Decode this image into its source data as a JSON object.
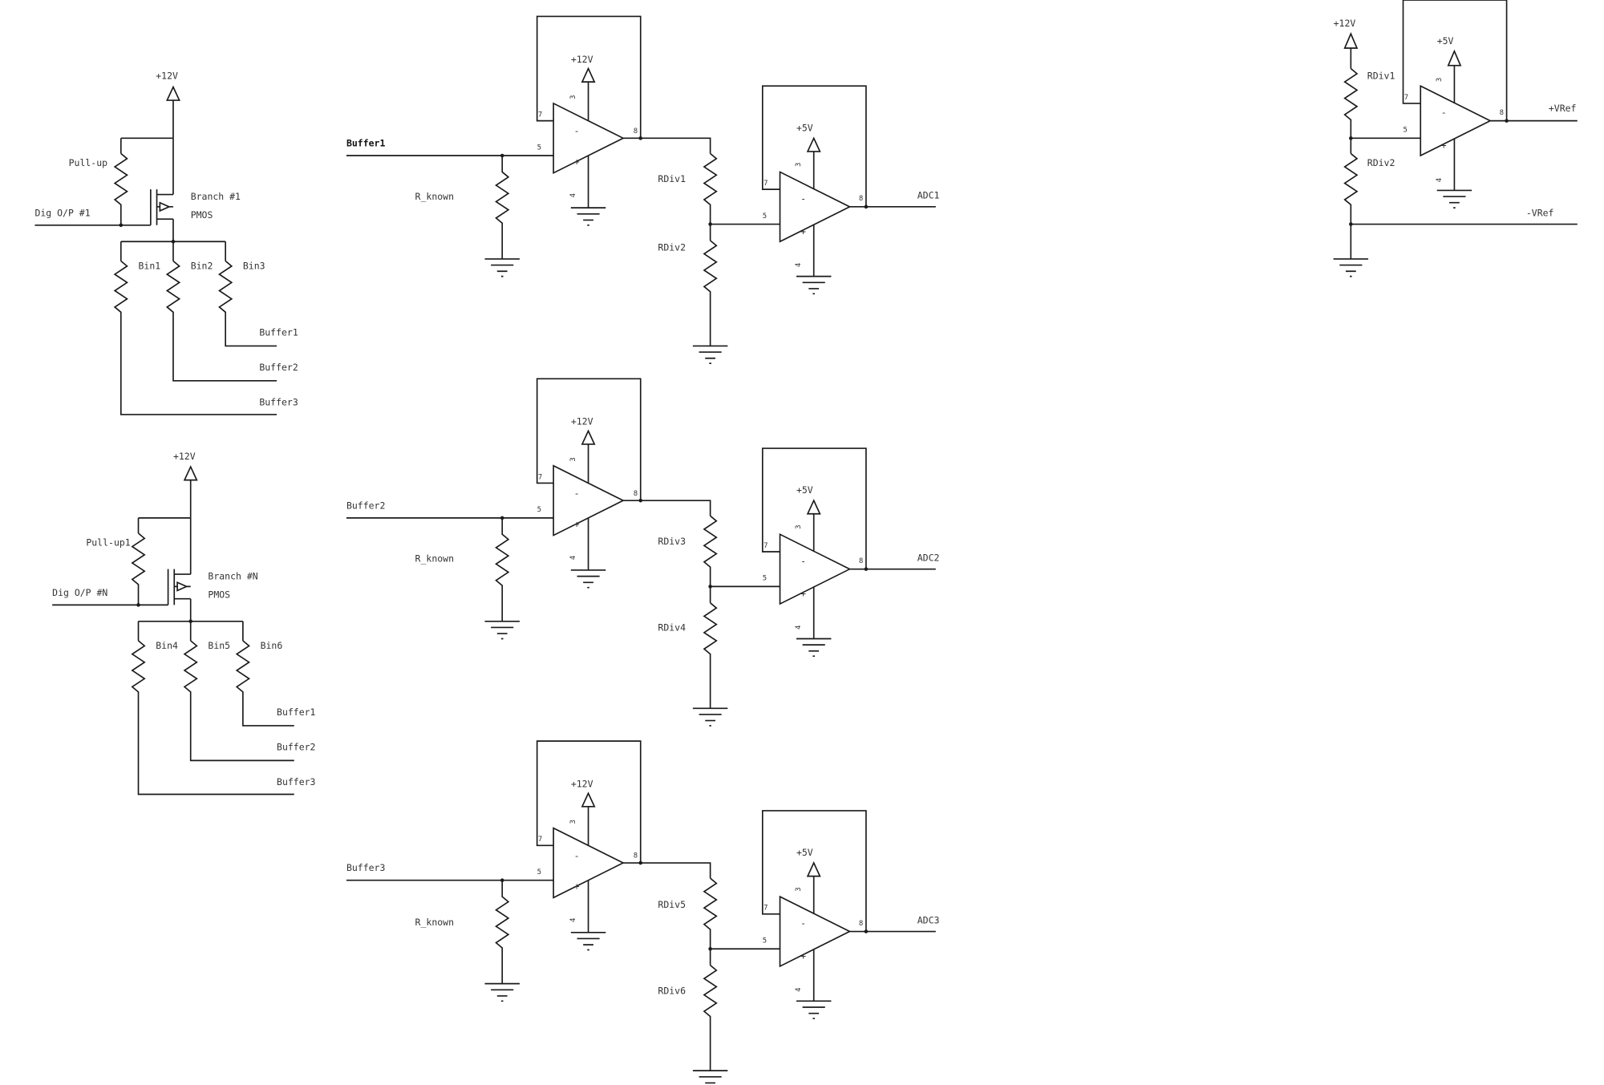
{
  "colors": {
    "wire": "#1a1a1a",
    "text": "#333333",
    "background": "#ffffff"
  },
  "branch1": {
    "supply": "+12V",
    "pullup": "Pull-up",
    "fet_name": "Branch #1",
    "fet_type": "PMOS",
    "input": "Dig O/P #1",
    "bins": [
      "Bin1",
      "Bin2",
      "Bin3"
    ],
    "outputs": [
      "Buffer1",
      "Buffer2",
      "Buffer3"
    ]
  },
  "branchN": {
    "supply": "+12V",
    "pullup": "Pull-up1",
    "fet_name": "Branch #N",
    "fet_type": "PMOS",
    "input": "Dig O/P #N",
    "bins": [
      "Bin4",
      "Bin5",
      "Bin6"
    ],
    "outputs": [
      "Buffer1",
      "Buffer2",
      "Buffer3"
    ]
  },
  "channels": [
    {
      "input": "Buffer1",
      "rknown": "R_known",
      "buf_supply": "+12V",
      "rdiv_top": "RDiv1",
      "rdiv_bot": "RDiv2",
      "adc_supply": "+5V",
      "output": "ADC1"
    },
    {
      "input": "Buffer2",
      "rknown": "R_known",
      "buf_supply": "+12V",
      "rdiv_top": "RDiv3",
      "rdiv_bot": "RDiv4",
      "adc_supply": "+5V",
      "output": "ADC2"
    },
    {
      "input": "Buffer3",
      "rknown": "R_known",
      "buf_supply": "+12V",
      "rdiv_top": "RDiv5",
      "rdiv_bot": "RDiv6",
      "adc_supply": "+5V",
      "output": "ADC3"
    }
  ],
  "vref": {
    "supply": "+12V",
    "rdiv_top": "RDiv1",
    "rdiv_bot": "RDiv2",
    "opamp_supply": "+5V",
    "out_pos": "+VRef",
    "out_neg": "-VRef"
  },
  "pins": {
    "vplus": "3",
    "vminus": "4",
    "inp": "5",
    "fb": "7",
    "out": "8",
    "neg": "-",
    "pos": "+"
  }
}
